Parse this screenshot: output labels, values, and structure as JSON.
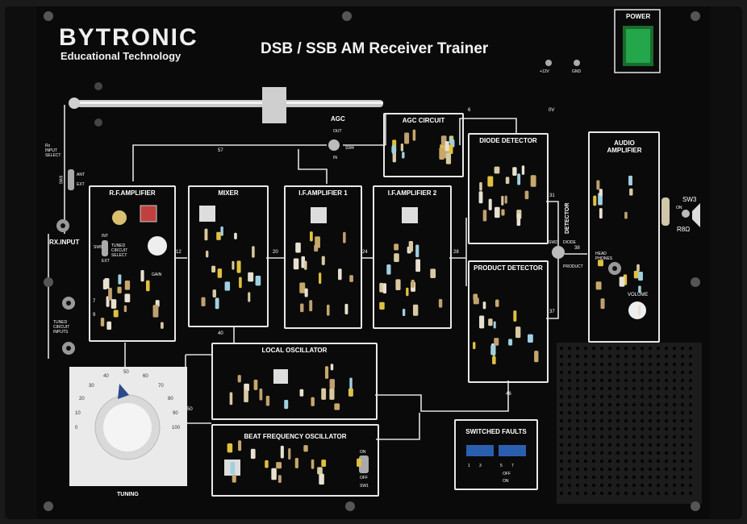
{
  "brand": {
    "name": "BYTRONIC",
    "subtitle": "Educational Technology"
  },
  "title": "DSB / SSB  AM Receiver Trainer",
  "power": {
    "label": "POWER"
  },
  "supply": {
    "v12": "+12V",
    "gnd": "GND"
  },
  "labels": {
    "agc": "AGC",
    "out": "OUT",
    "sw4": "SW4",
    "in": "IN",
    "rx_input_select": "Rx INPUT SELECT",
    "ant": "ANT",
    "ext": "EXT",
    "sw6": "SW6",
    "rx_input": "RX.INPUT",
    "tuned_circuit_inputs": "TUNED CIRCUIT INPUTS",
    "tuning": "TUNING",
    "detector": "DETECTOR",
    "diode": "DIODE",
    "product": "PRODUCT",
    "sw2": "SW2",
    "head_phones": "HEAD PHONES",
    "volume": "VOLUME",
    "sw3": "SW3",
    "on": "ON",
    "r8": "R8Ω",
    "bfo_on": "ON",
    "bfo_off": "OFF",
    "sw1": "SW1",
    "gain": "GAIN",
    "int": "INT",
    "tuned_circuit_select": "TUNED CIRCUIT SELECT",
    "sw5": "SW5",
    "faults_off": "OFF",
    "faults_on": "ON"
  },
  "blocks": {
    "rf_amp": "R.F.AMPLIFIER",
    "mixer": "MIXER",
    "if1": "I.F.AMPLIFIER 1",
    "if2": "I.F.AMPLIFIER 2",
    "agc": "AGC CIRCUIT",
    "diode_det": "DIODE DETECTOR",
    "audio_amp": "AUDIO AMPLIFIER",
    "product_det": "PRODUCT DETECTOR",
    "local_osc": "LOCAL OSCILLATOR",
    "bfo": "BEAT FREQUENCY OSCILLATOR",
    "faults": "SWITCHED FAULTS"
  },
  "nodes": [
    "12",
    "20",
    "24",
    "28",
    "31",
    "38",
    "37",
    "40",
    "46",
    "57",
    "6",
    "0V",
    "7",
    "9",
    "50"
  ],
  "dial": [
    "0",
    "10",
    "20",
    "30",
    "40",
    "50",
    "60",
    "70",
    "80",
    "90",
    "100"
  ],
  "faults_nums": [
    "1",
    "3",
    "5",
    "7"
  ]
}
